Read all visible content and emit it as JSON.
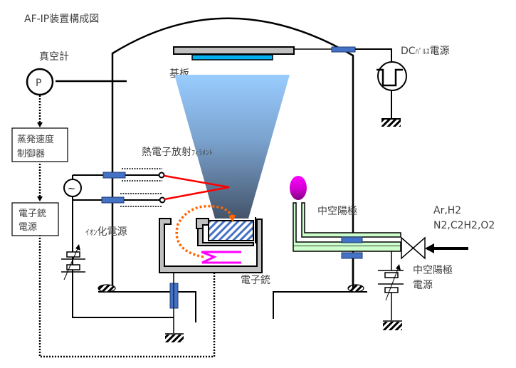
{
  "title": "AF-IP装置構成図",
  "labels": {
    "vacuum_gauge": "真空計",
    "gauge_symbol": "P",
    "substrate": "基板",
    "dc_pulse_supply_prefix": "DC",
    "dc_pulse_supply_kana": "ﾊﾟﾙｽ",
    "dc_pulse_supply_suffix": "電源",
    "evap_controller_line1": "蒸発速度",
    "evap_controller_line2": "制御器",
    "egun_supply_line1": "電子銃",
    "egun_supply_line2": "電源",
    "filament_prefix": "熱電子放射",
    "filament_kana": "ﾌｨﾗﾒﾝﾄ",
    "ionization_kana": "ｲｵﾝ",
    "ionization_suffix": "化電源",
    "ac_symbol": "~",
    "electron_gun": "電子銃",
    "hollow_anode": "中空陽極",
    "gas_line1": "Ar,H2",
    "gas_line2": "N2,C2H2,O2",
    "hollow_anode_supply_line1": "中空陽極",
    "hollow_anode_supply_line2": "電源"
  },
  "colors": {
    "feedthrough": "#4472c4",
    "substrate_holder": "#c0c0c0",
    "substrate": "#00b0f0",
    "beam_top": "#99ccff",
    "beam_bottom": "#44546a",
    "filament": "#ff0000",
    "electron_path": "#ff6600",
    "heater": "#ff00ff",
    "plasma_top": "#ff00ff",
    "plasma_bottom": "#800080",
    "gas_pipe": "#ccffcc",
    "crucible_hatch": "#4472c4",
    "gun_body": "#c0c0c0"
  }
}
